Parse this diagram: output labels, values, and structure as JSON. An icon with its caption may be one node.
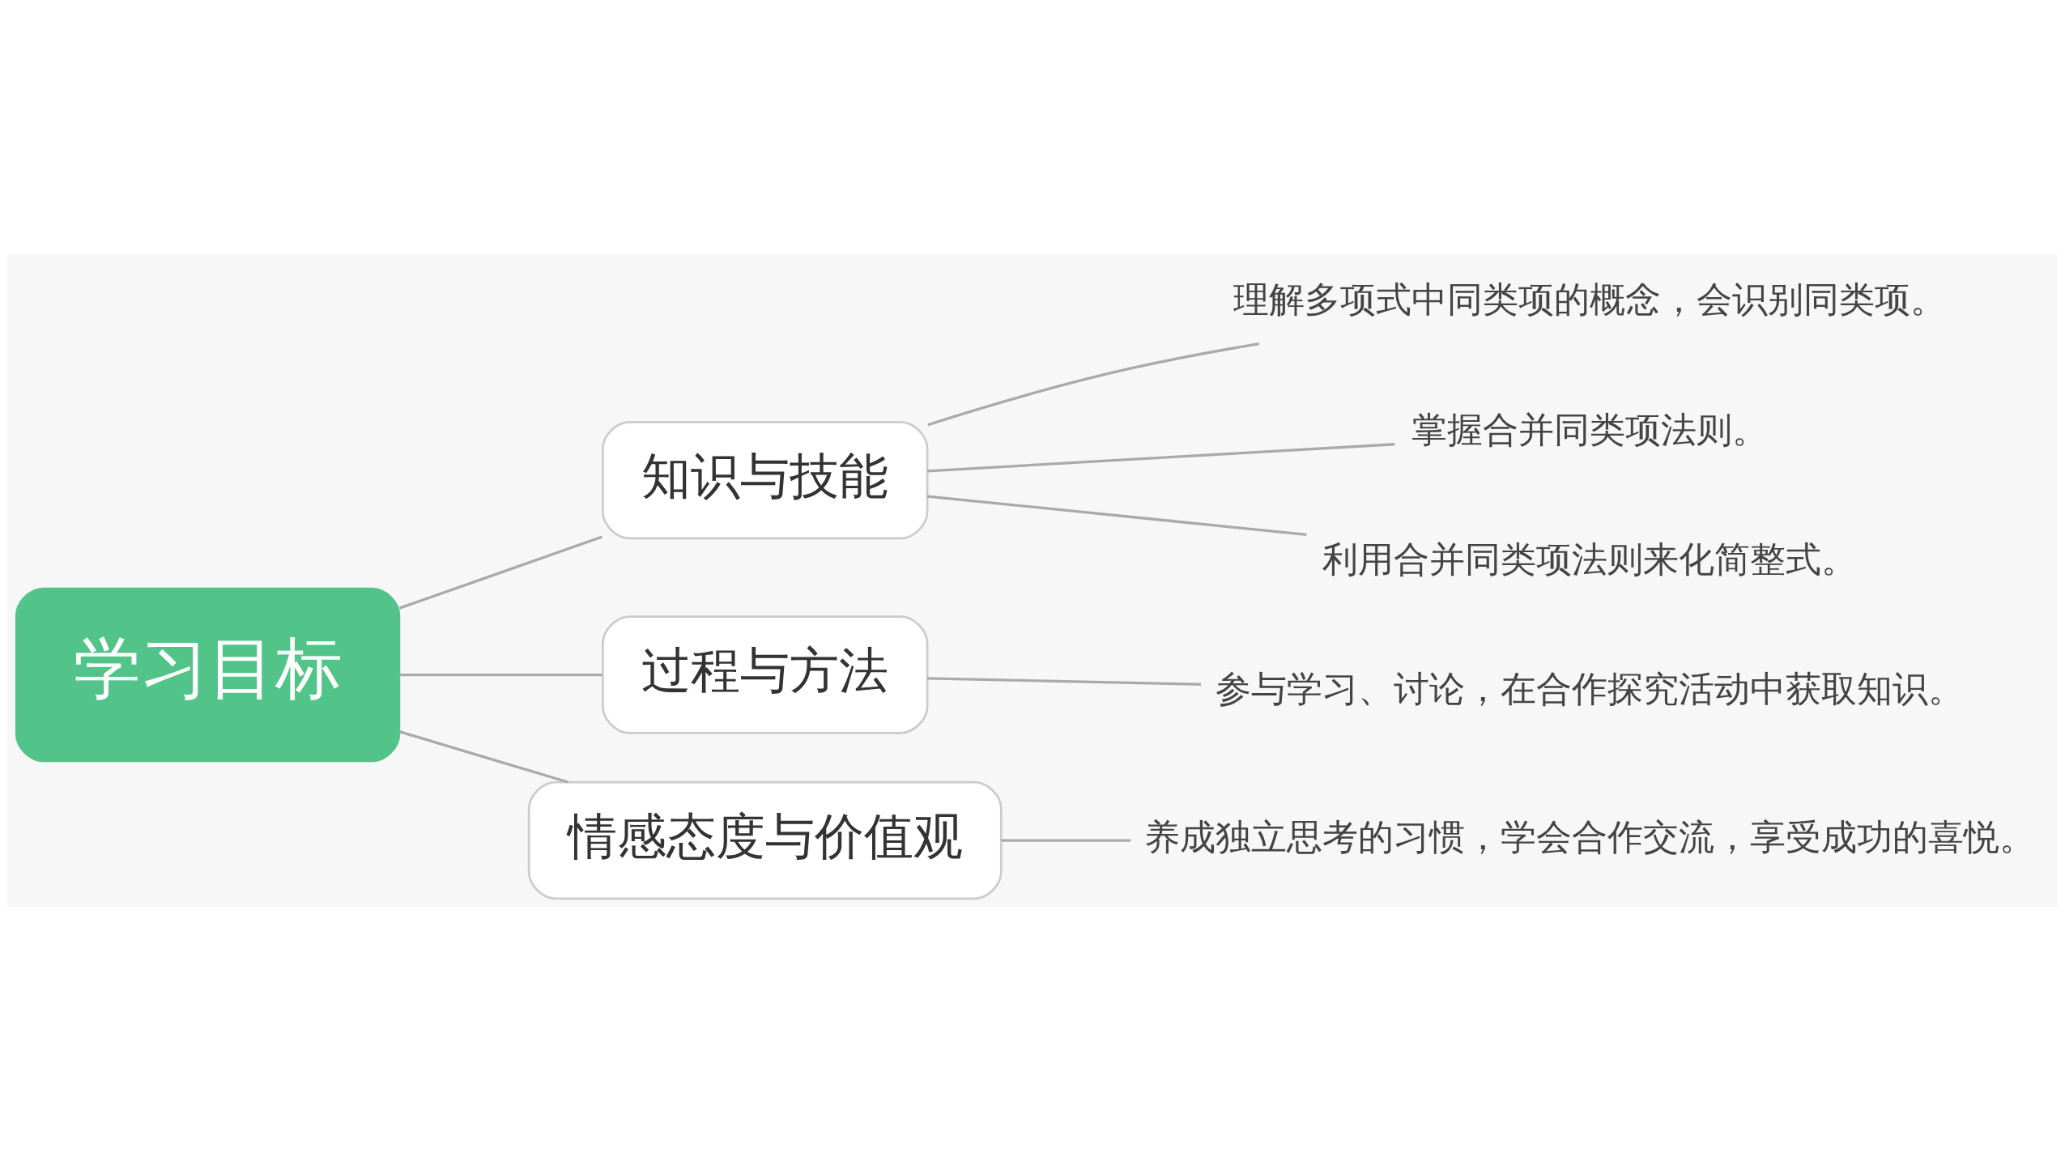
{
  "diagram": {
    "nodes": [
      {
        "text": [
          "学习目标"
        ]
      },
      {
        "text": [
          "知识与技能"
        ]
      },
      {
        "text": [
          "过程与方法"
        ]
      },
      {
        "text": [
          "情感态度与价值观"
        ]
      },
      {
        "text": [
          "理解多项式中同类项的概念，会识别同类项。"
        ]
      },
      {
        "text": [
          "掌握合并同类项法则。"
        ]
      },
      {
        "text": [
          "利用合并同类项法则来化简整式。"
        ]
      },
      {
        "text": [
          "参与学习、讨论，在合作探究活动中获取知识。"
        ]
      },
      {
        "text": [
          "养成独立思考的习惯，学会合作交流，享受成功的喜悦。"
        ]
      }
    ],
    "edges": [
      {
        "from": 0,
        "to": 1,
        "arrow": "none"
      },
      {
        "from": 0,
        "to": 2,
        "arrow": "none"
      },
      {
        "from": 0,
        "to": 3,
        "arrow": "none"
      },
      {
        "from": 1,
        "to": 4,
        "arrow": "none"
      },
      {
        "from": 1,
        "to": 5,
        "arrow": "none"
      },
      {
        "from": 1,
        "to": 6,
        "arrow": "none"
      },
      {
        "from": 2,
        "to": 7,
        "arrow": "none"
      },
      {
        "from": 3,
        "to": 8,
        "arrow": "none"
      }
    ]
  }
}
